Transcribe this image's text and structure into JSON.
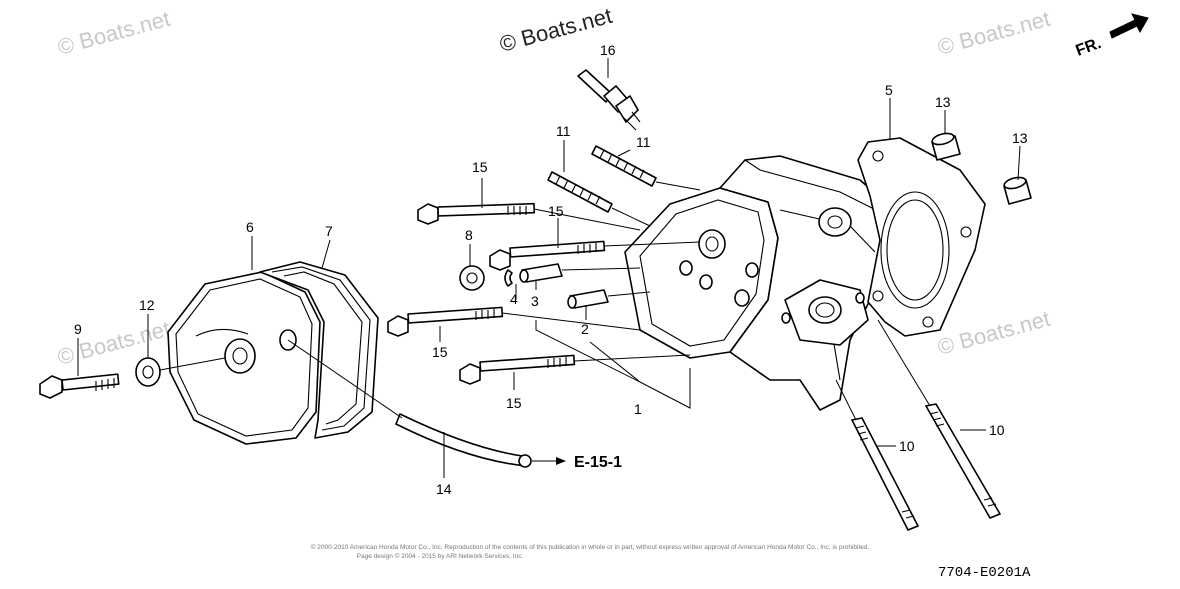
{
  "watermarks": {
    "main": "© Boats.net",
    "tl": "© Boats.net",
    "tr": "© Boats.net",
    "left": "© Boats.net",
    "right": "© Boats.net"
  },
  "direction_label": "FR.",
  "ref_label": "E-15-1",
  "diagram_code": "7704-E0201A",
  "copyright": {
    "line1": "© 2000-2010 American Honda Motor Co., Inc. Reproduction of the contents of this publication in whole or in part, without express written approval of American Honda Motor Co., Inc. is prohibited.",
    "line2": "Page design © 2004 - 2015 by ARI Network Services, Inc."
  },
  "callouts": {
    "c1": "1",
    "c2": "2",
    "c3": "3",
    "c4": "4",
    "c5": "5",
    "c6": "6",
    "c7": "7",
    "c8": "8",
    "c9": "9",
    "c10a": "10",
    "c10b": "10",
    "c11a": "11",
    "c11b": "11",
    "c12": "12",
    "c13a": "13",
    "c13b": "13",
    "c14": "14",
    "c15a": "15",
    "c15b": "15",
    "c15c": "15",
    "c15d": "15",
    "c16": "16"
  }
}
